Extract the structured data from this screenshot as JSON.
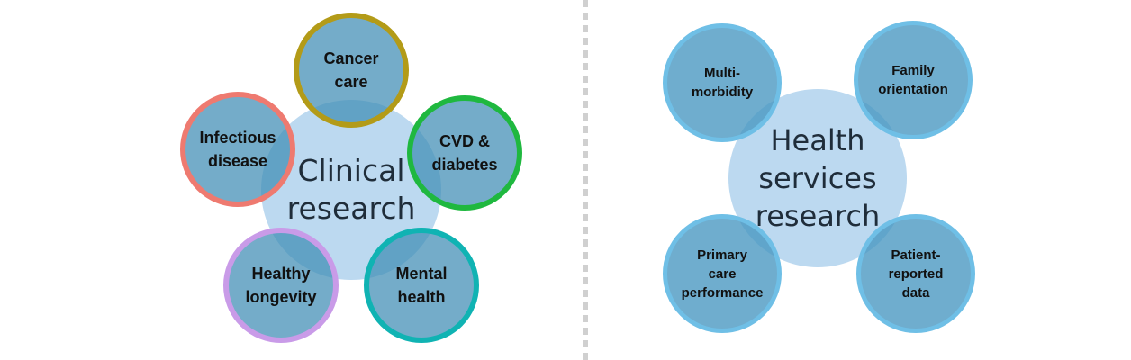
{
  "left": {
    "center": {
      "lines": [
        "Clinical",
        "research"
      ]
    },
    "nodes": [
      {
        "lines": [
          "Cancer",
          "care"
        ],
        "border_color": "#b39b18"
      },
      {
        "lines": [
          "CVD &",
          "diabetes"
        ],
        "border_color": "#1fb83f"
      },
      {
        "lines": [
          "Mental",
          "health"
        ],
        "border_color": "#10b3b3"
      },
      {
        "lines": [
          "Healthy",
          "longevity"
        ],
        "border_color": "#c99be8"
      },
      {
        "lines": [
          "Infectious",
          "disease"
        ],
        "border_color": "#ee7a70"
      }
    ]
  },
  "right": {
    "center": {
      "lines": [
        "Health",
        "services",
        "research"
      ]
    },
    "nodes": [
      {
        "lines": [
          "Multi-",
          "morbidity"
        ]
      },
      {
        "lines": [
          "Family",
          "orientation"
        ]
      },
      {
        "lines": [
          "Primary",
          "care",
          "performance"
        ]
      },
      {
        "lines": [
          "Patient-",
          "reported",
          "data"
        ]
      }
    ]
  }
}
